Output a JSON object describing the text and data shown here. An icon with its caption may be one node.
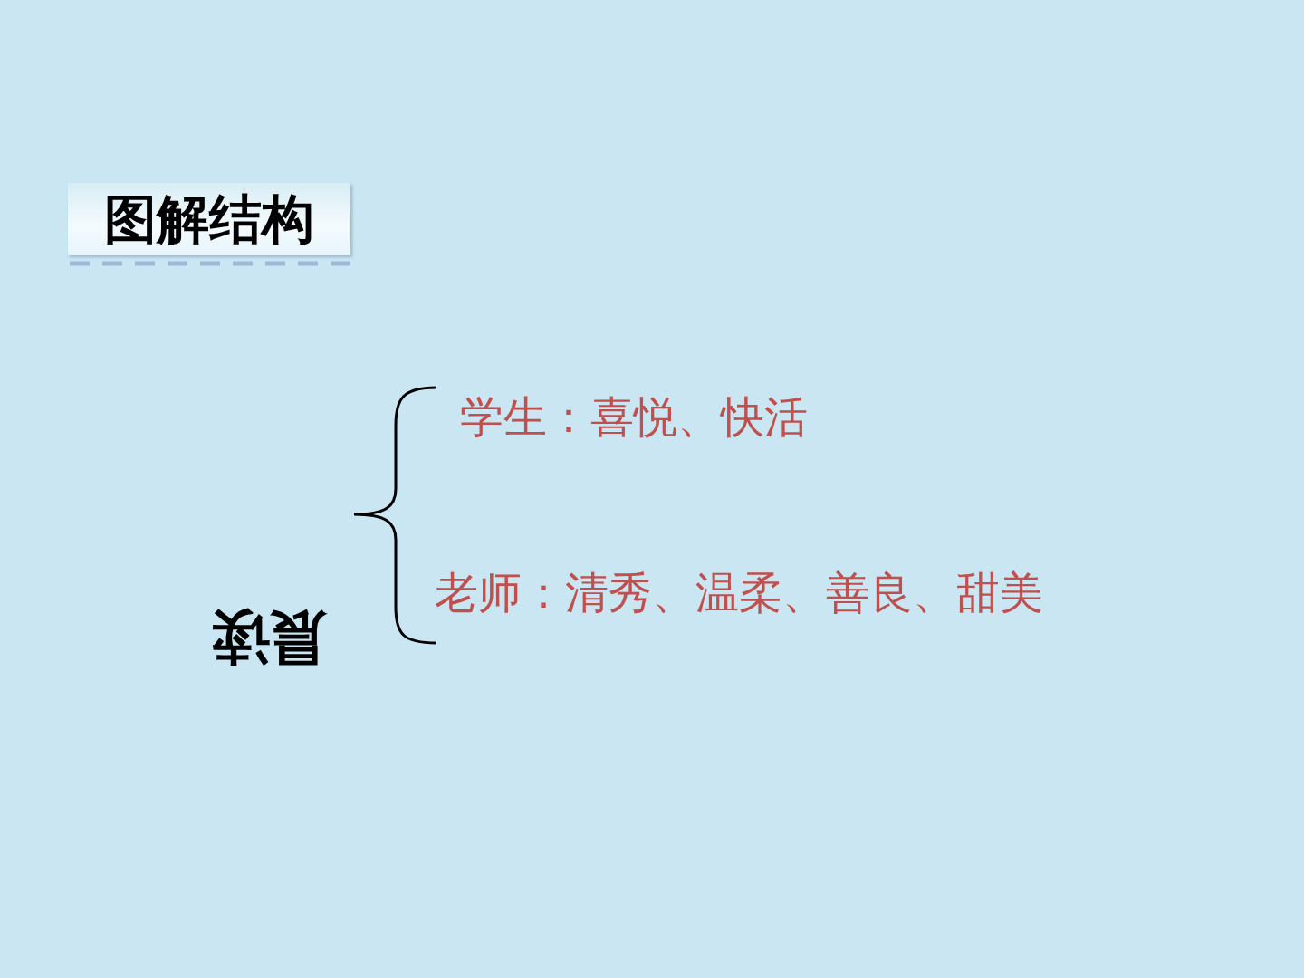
{
  "diagram": {
    "title": "图解结构",
    "labels": [
      "学生：喜悦、快活",
      "老师：清秀、温柔、善良、甜美",
      "晨读"
    ]
  }
}
